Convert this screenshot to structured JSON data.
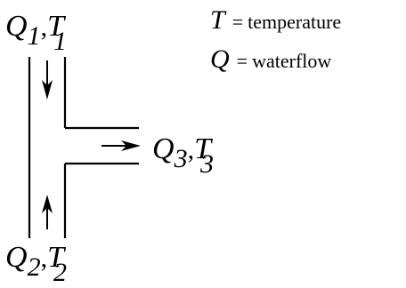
{
  "inlets": [
    {
      "flow_symbol": "Q",
      "flow_index": "1",
      "separator": ",",
      "temp_symbol": "T",
      "temp_index": "1"
    },
    {
      "flow_symbol": "Q",
      "flow_index": "2",
      "separator": ",",
      "temp_symbol": "T",
      "temp_index": "2"
    }
  ],
  "outlet": {
    "flow_symbol": "Q",
    "flow_index": "3",
    "separator": ",",
    "temp_symbol": "T",
    "temp_index": "3"
  },
  "legend": [
    {
      "symbol": "T",
      "equals": "=",
      "meaning": "temperature"
    },
    {
      "symbol": "Q",
      "equals": "=",
      "meaning": "waterflow"
    }
  ]
}
